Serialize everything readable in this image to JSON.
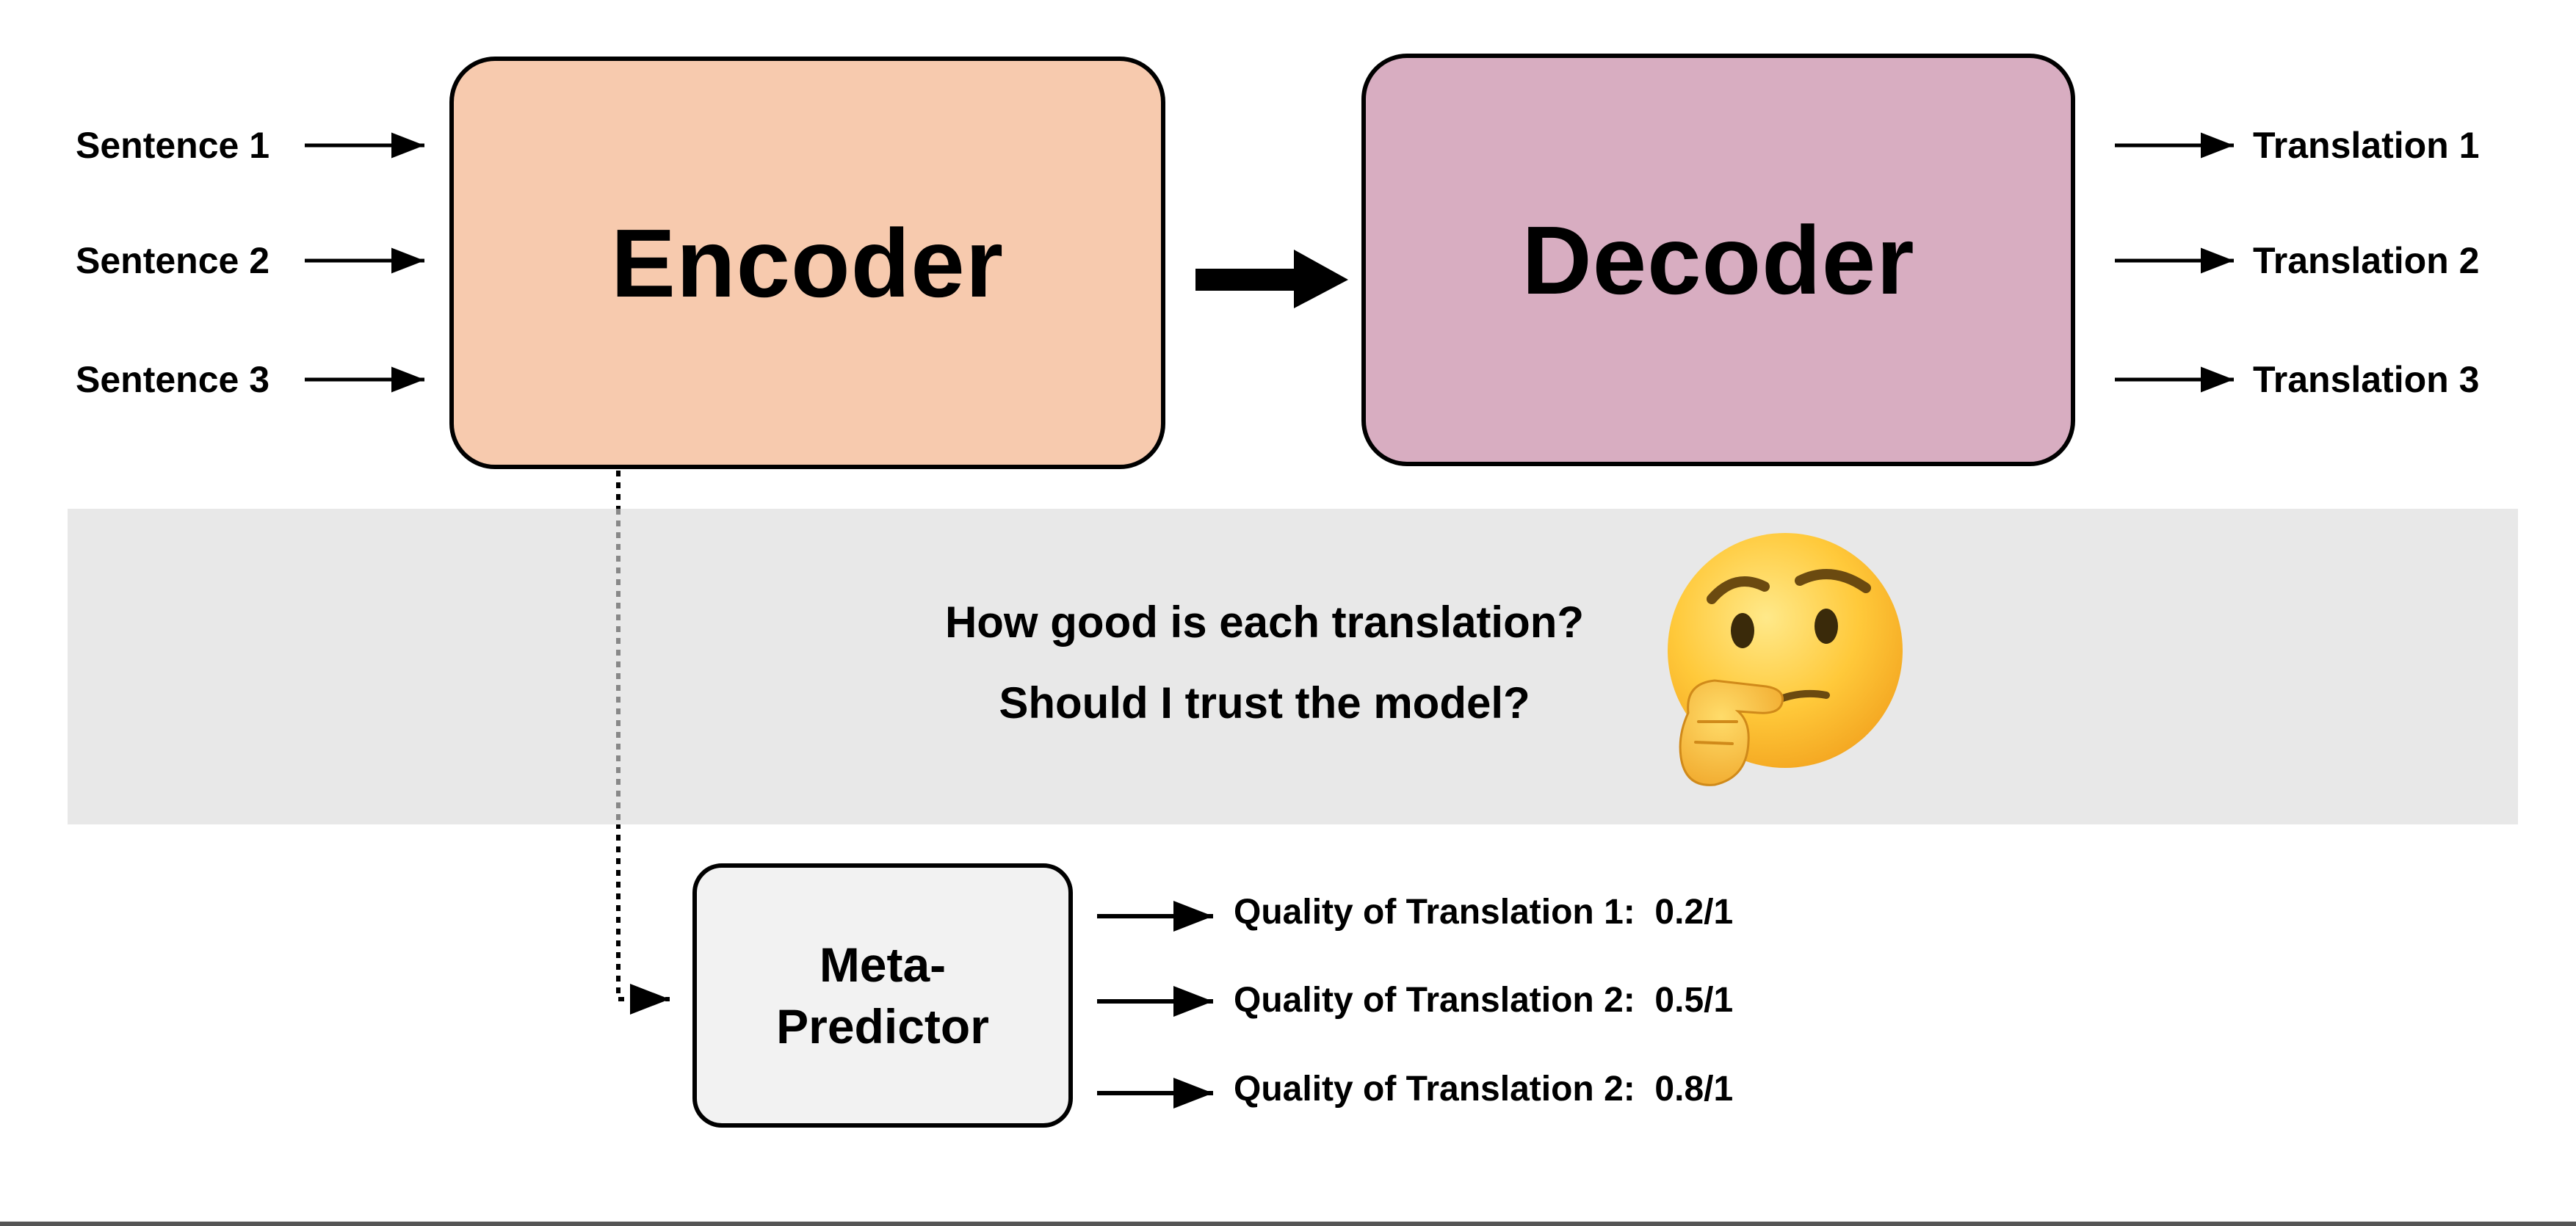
{
  "inputs": [
    "Sentence 1",
    "Sentence 2",
    "Sentence 3"
  ],
  "encoder": {
    "label": "Encoder",
    "color": "#f7caae"
  },
  "decoder": {
    "label": "Decoder",
    "color": "#d8adc1"
  },
  "outputs": [
    "Translation 1",
    "Translation 2",
    "Translation 3"
  ],
  "question_band": {
    "line1": "How good is each translation?",
    "line2": "Should I trust the model?",
    "icon": "thinking-face-emoji"
  },
  "meta_predictor": {
    "line1": "Meta-",
    "line2": "Predictor",
    "color": "#f2f2f2"
  },
  "quality_outputs": [
    {
      "label": "Quality of Translation 1:",
      "score": "0.2/1"
    },
    {
      "label": "Quality of Translation 2:",
      "score": "0.5/1"
    },
    {
      "label": "Quality of Translation 2:",
      "score": "0.8/1"
    }
  ]
}
